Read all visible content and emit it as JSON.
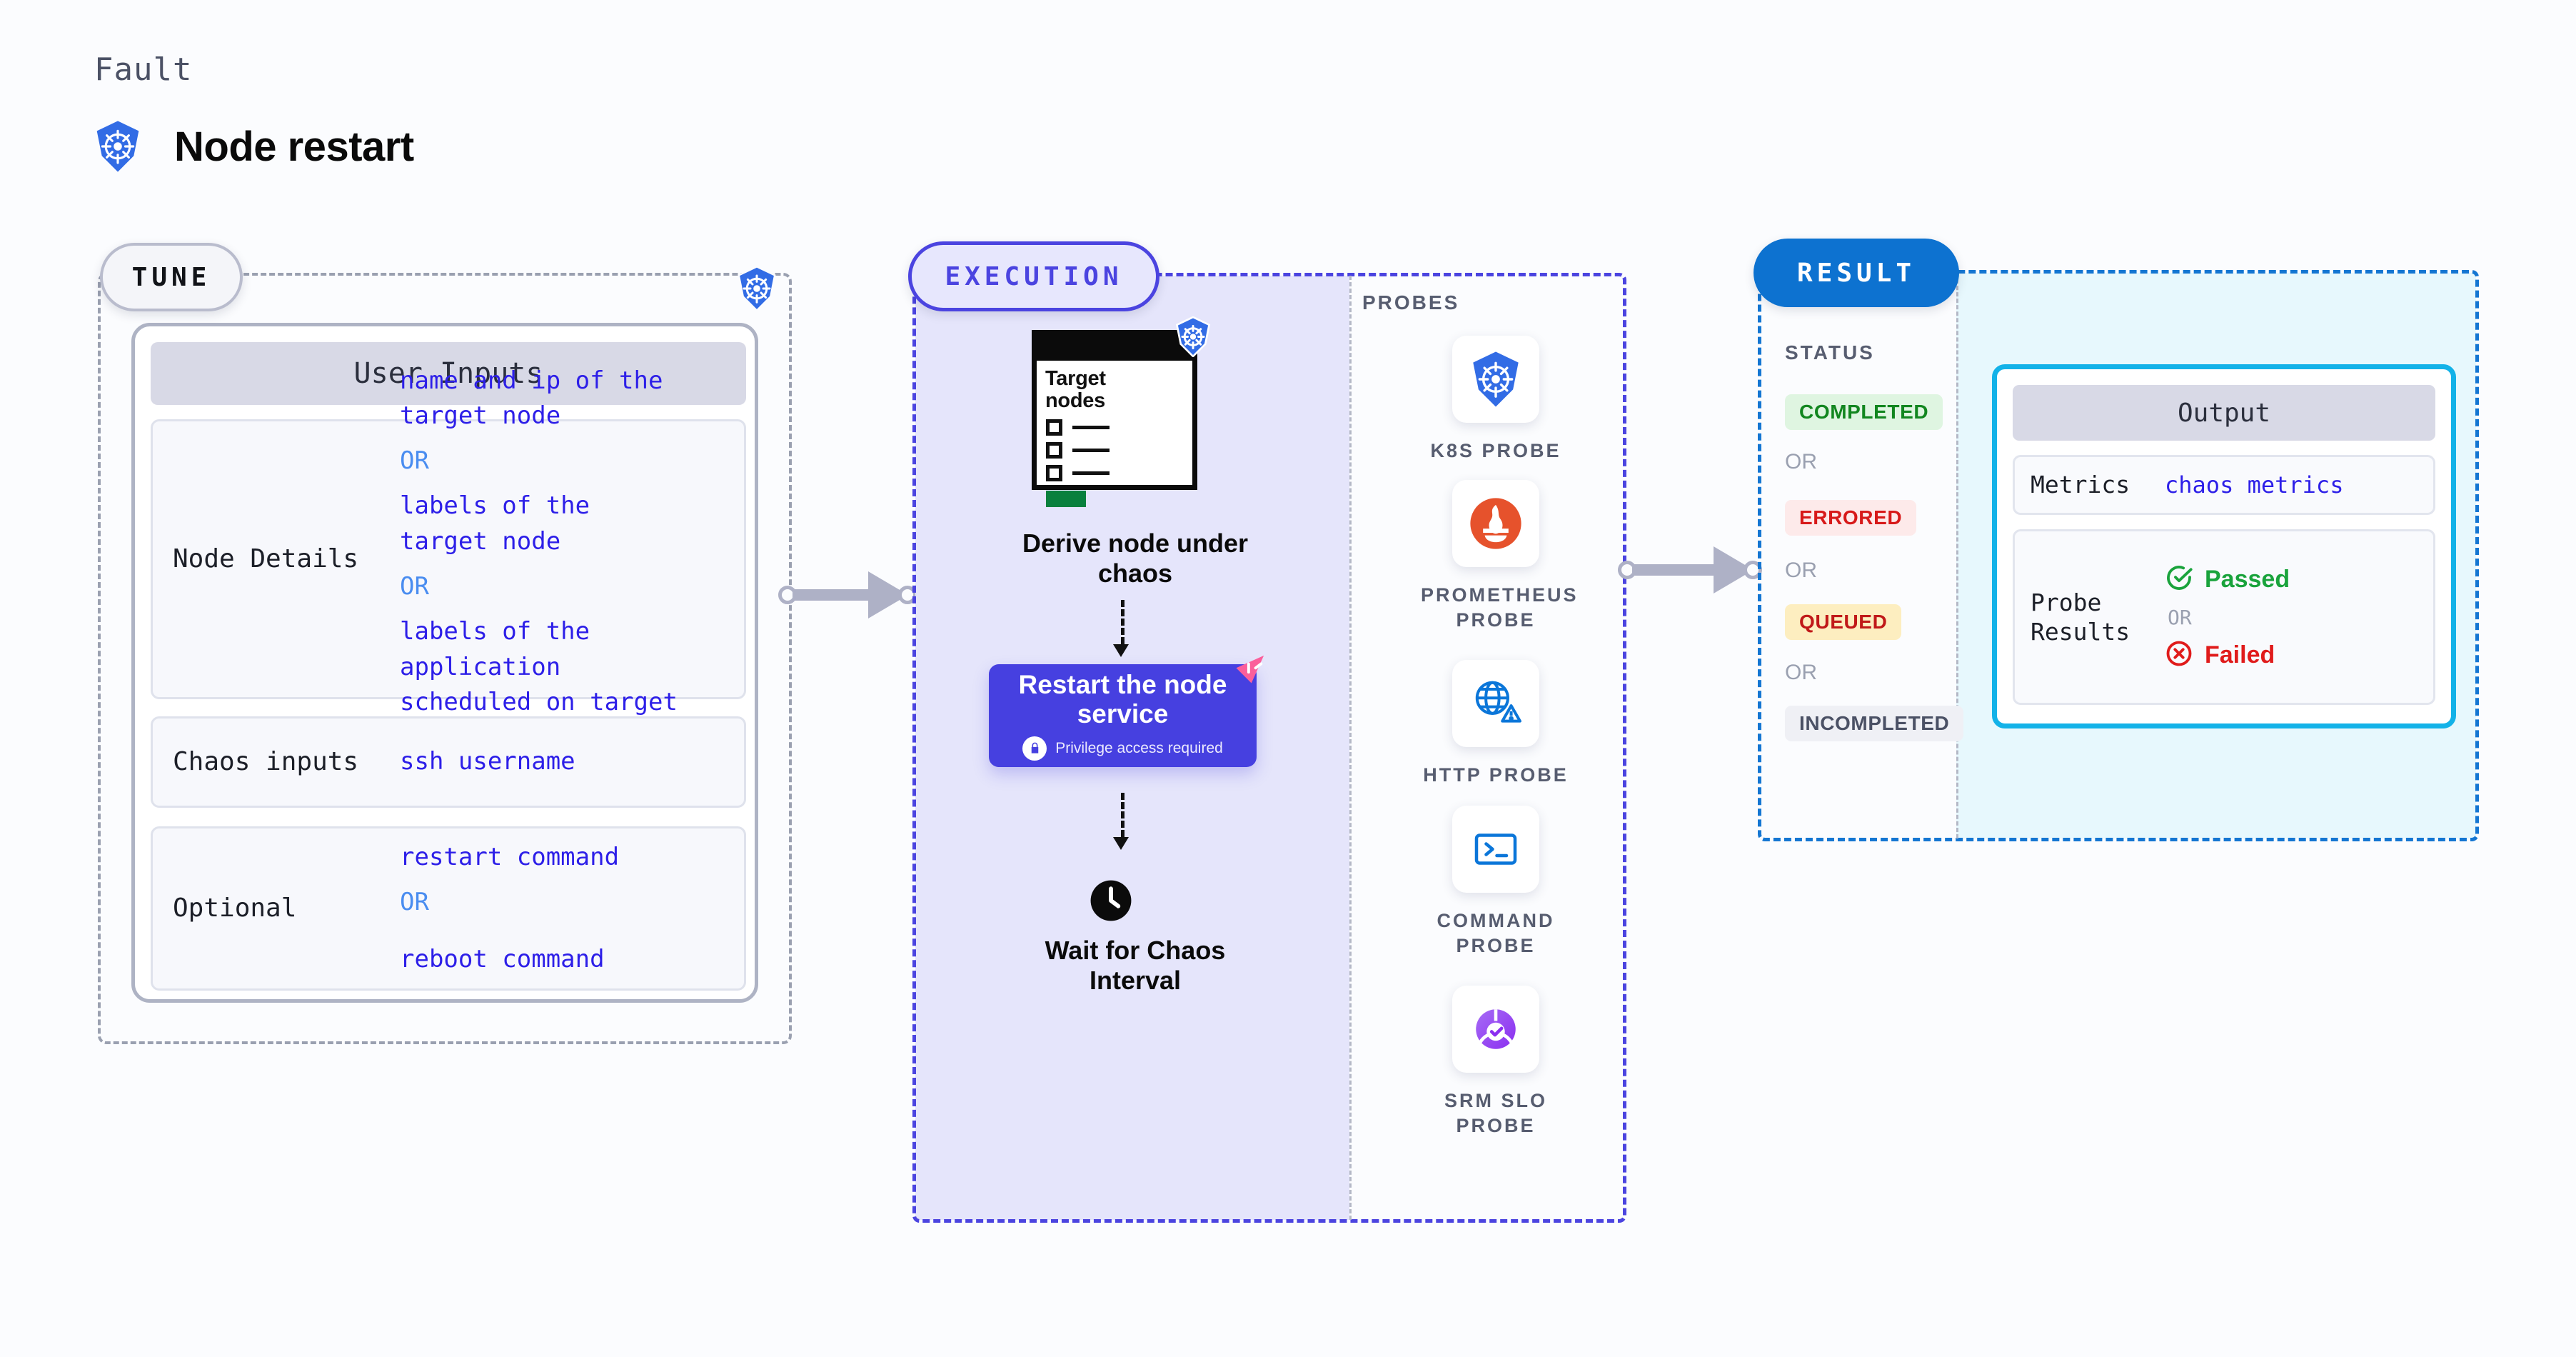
{
  "header": {
    "eyebrow": "Fault",
    "title": "Node restart",
    "icon": "kubernetes-icon"
  },
  "tune": {
    "badge": "TUNE",
    "corner_icon": "kubernetes-icon",
    "card_title": "User Inputs",
    "rows": [
      {
        "key": "Node Details",
        "values": [
          "name and ip of the",
          "target node",
          "OR",
          "labels of the",
          "target node",
          "OR",
          "labels of the application",
          " scheduled on target node"
        ]
      },
      {
        "key": "Chaos inputs",
        "values": [
          "ssh username"
        ]
      },
      {
        "key": "Optional",
        "values": [
          "restart command",
          "OR",
          "reboot command"
        ]
      }
    ]
  },
  "execution": {
    "badge": "EXECUTION",
    "target_card": {
      "title_line1": "Target",
      "title_line2": "nodes",
      "icon": "kubernetes-icon",
      "checkbox_rows": 3
    },
    "step1_caption_line1": "Derive node under",
    "step1_caption_line2": "chaos",
    "restart_card": {
      "title_line1": "Restart the node",
      "title_line2": "service",
      "note": "Privilege access required",
      "note_icon": "lock-icon",
      "corner_icon": "party-popper-icon"
    },
    "wait_icon": "clock-icon",
    "wait_caption_line1": "Wait for Chaos",
    "wait_caption_line2": "Interval",
    "probes_title": "PROBES",
    "probes": [
      {
        "label_line1": "K8S PROBE",
        "label_line2": "",
        "icon": "kubernetes-icon"
      },
      {
        "label_line1": "PROMETHEUS",
        "label_line2": "PROBE",
        "icon": "prometheus-icon"
      },
      {
        "label_line1": "HTTP PROBE",
        "label_line2": "",
        "icon": "globe-warning-icon"
      },
      {
        "label_line1": "COMMAND",
        "label_line2": "PROBE",
        "icon": "terminal-icon"
      },
      {
        "label_line1": "SRM SLO",
        "label_line2": "PROBE",
        "icon": "srm-slo-icon"
      }
    ]
  },
  "result": {
    "badge": "RESULT",
    "status_title": "STATUS",
    "statuses": [
      {
        "label": "COMPLETED",
        "bg": "#dff5e1",
        "fg": "#12861f"
      },
      {
        "label": "ERRORED",
        "bg": "#fdeaea",
        "fg": "#d71919"
      },
      {
        "label": "QUEUED",
        "bg": "#fdeec0",
        "fg": "#c01919"
      },
      {
        "label": "INCOMPLETED",
        "bg": "#eff0f5",
        "fg": "#4b5165"
      }
    ],
    "or_label": "OR",
    "output": {
      "card_title": "Output",
      "metrics_key": "Metrics",
      "metrics_value": "chaos metrics",
      "probe_key_line1": "Probe",
      "probe_key_line2": "Results",
      "passed_label": "Passed",
      "passed_icon": "check-circle-icon",
      "failed_label": "Failed",
      "failed_icon": "x-circle-icon",
      "or_label": "OR"
    }
  },
  "colors": {
    "k8s_blue": "#326ce5",
    "execution_purple": "#4b44e0",
    "result_blue": "#0d72d0",
    "output_cyan": "#13b2e8",
    "value_blue": "#2d1fe8",
    "or_blue": "#4a8df0",
    "pass_green": "#1aa33c",
    "fail_red": "#e01b1b"
  }
}
